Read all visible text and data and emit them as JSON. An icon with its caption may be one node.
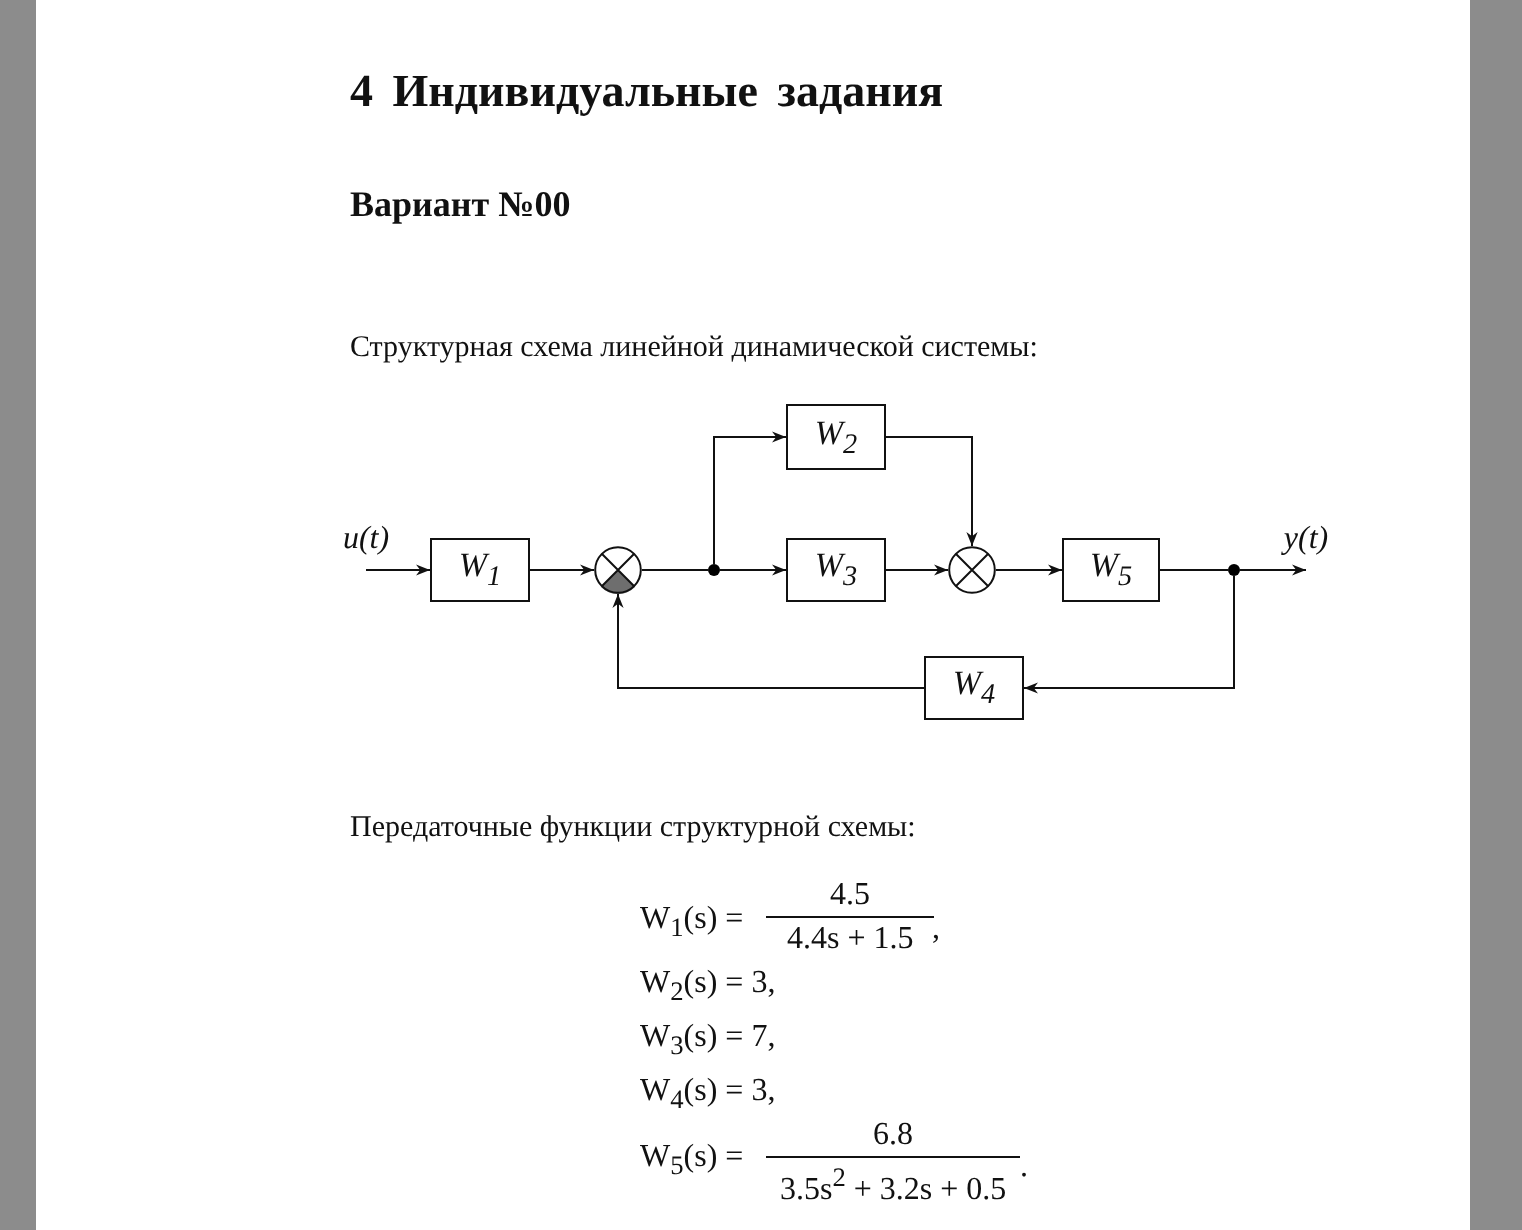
{
  "diagram": {
    "title": "4 Индивидуальные задания",
    "nodes": [
      {
        "text": [
          "u(t)"
        ]
      },
      {
        "text": [
          "W$_{1}$"
        ]
      },
      {
        "text": [],
        "shape": "circle"
      },
      {
        "text": [],
        "shape": "dot"
      },
      {
        "text": [
          "W$_{2}$"
        ]
      },
      {
        "text": [
          "W$_{3}$"
        ]
      },
      {
        "text": [],
        "shape": "circle"
      },
      {
        "text": [
          "W$_{5}$"
        ]
      },
      {
        "text": [],
        "shape": "dot"
      },
      {
        "text": [
          "y(t)"
        ]
      },
      {
        "text": [
          "W$_{4}$"
        ]
      }
    ],
    "edges": [
      {
        "from": 0,
        "to": 1,
        "arrow": "to"
      },
      {
        "from": 1,
        "to": 2,
        "arrow": "to"
      },
      {
        "from": 2,
        "to": 3,
        "arrow": "none"
      },
      {
        "from": 3,
        "to": 4,
        "arrow": "to"
      },
      {
        "from": 3,
        "to": 5,
        "arrow": "to"
      },
      {
        "from": 4,
        "to": 6,
        "arrow": "to"
      },
      {
        "from": 5,
        "to": 6,
        "arrow": "to"
      },
      {
        "from": 6,
        "to": 7,
        "arrow": "to"
      },
      {
        "from": 7,
        "to": 8,
        "arrow": "none"
      },
      {
        "from": 8,
        "to": 9,
        "arrow": "to"
      },
      {
        "from": 8,
        "to": 10,
        "arrow": "to"
      },
      {
        "from": 10,
        "to": 2,
        "arrow": "to"
      }
    ],
    "labels": [
      "Вариант №00",
      "Структурная схема линейной динамической системы:",
      "Передаточные функции структурной схемы:",
      "W$_{1}$(s) =",
      "4.5",
      "4.4s + 1.5",
      ",",
      "W$_{2}$(s) = 3,",
      "W$_{3}$(s) = 7,",
      "W$_{4}$(s) = 3,",
      "W$_{5}$(s) =",
      "6.8",
      "3.5s$^{2}$ + 3.2s + 0.5",
      "."
    ]
  }
}
